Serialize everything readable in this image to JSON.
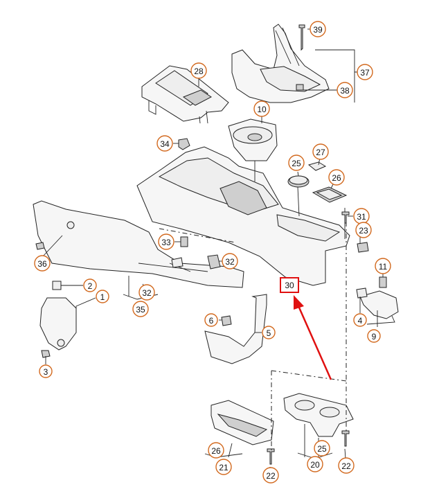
{
  "diagram": {
    "callouts": {
      "c39": "39",
      "c37": "37",
      "c38": "38",
      "c28": "28",
      "c10": "10",
      "c34": "34",
      "c27": "27",
      "c25a": "25",
      "c26a": "26",
      "c31": "31",
      "c23": "23",
      "c33": "33",
      "c32a": "32",
      "c36": "36",
      "c11": "11",
      "c2": "2",
      "c1": "1",
      "c32b": "32",
      "c35": "35",
      "c6": "6",
      "c5": "5",
      "c4": "4",
      "c9": "9",
      "c3": "3",
      "c26b": "26",
      "c21": "21",
      "c22a": "22",
      "c25b": "25",
      "c20": "20",
      "c22b": "22"
    },
    "highlighted": "30"
  },
  "colors": {
    "callout_ring": "#d2691e",
    "highlight": "#e01010",
    "line": "#222222"
  }
}
